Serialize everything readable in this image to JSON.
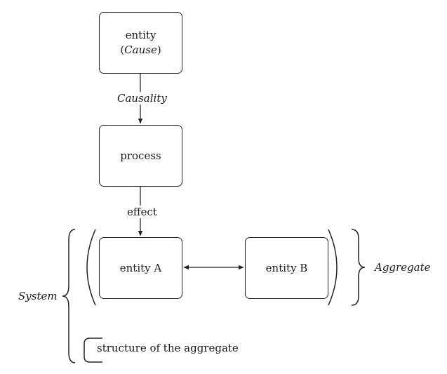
{
  "nodes": {
    "cause": {
      "line1": "entity",
      "line2_open": "(",
      "line2_word": "Cause",
      "line2_close": ")"
    },
    "process": {
      "label": "process"
    },
    "entity_a": {
      "label": "entity A"
    },
    "entity_b": {
      "label": "entity B"
    }
  },
  "edges": {
    "causality": {
      "label": "Causality"
    },
    "effect": {
      "label": "effect"
    }
  },
  "groups": {
    "aggregate": {
      "label": "Aggregate"
    },
    "system": {
      "label": "System"
    },
    "structure": {
      "label": "structure of the aggregate"
    }
  },
  "colors": {
    "stroke": "#222222",
    "background": "#ffffff"
  }
}
